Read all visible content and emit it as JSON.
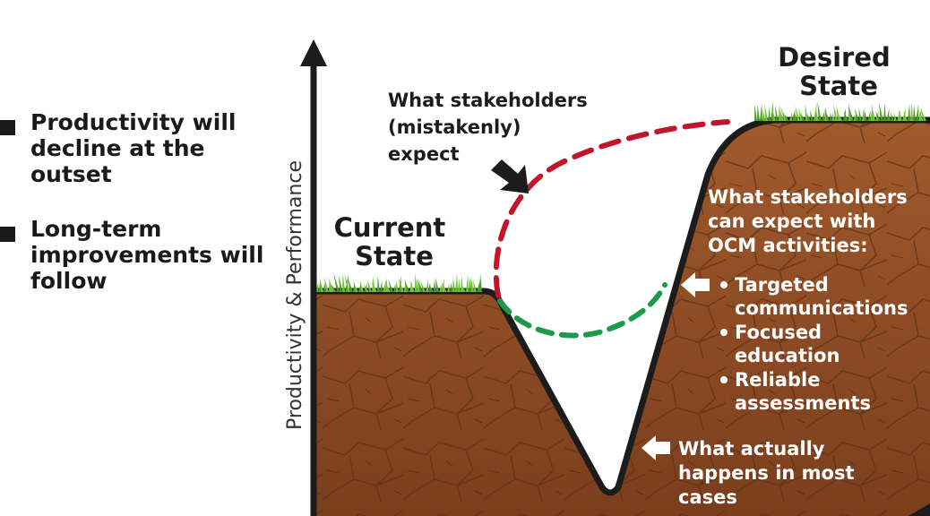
{
  "bullets": [
    {
      "line1": "Productivity will",
      "line2": "decline at the",
      "line3": "outset"
    },
    {
      "line1": "Long-term",
      "line2": "improvements will",
      "line3": "follow"
    }
  ],
  "axis": {
    "y_label": "Productivity & Performance"
  },
  "states": {
    "current": {
      "line1": "Current",
      "line2": "State"
    },
    "desired": {
      "line1": "Desired",
      "line2": "State"
    }
  },
  "mistaken_expectation": {
    "line1": "What stakeholders",
    "line2": "(mistakenly)",
    "line3": "expect"
  },
  "ocm_expectation": {
    "line1": "What stakeholders",
    "line2": "can expect with",
    "line3": "OCM activities:",
    "items": [
      {
        "line1": "Targeted",
        "line2": "communications"
      },
      {
        "line1": "Focused",
        "line2": "education"
      },
      {
        "line1": "Reliable",
        "line2": "assessments"
      }
    ]
  },
  "actual": {
    "line1": "What actually",
    "line2": "happens in most",
    "line3": "cases"
  },
  "colors": {
    "soil": "#8a4a24",
    "soil_dark": "#5e3016",
    "grass": "#6cc437",
    "mistaken_path": "#c0152a",
    "ocm_path": "#1b9a4a",
    "outline": "#1c1c1c"
  }
}
